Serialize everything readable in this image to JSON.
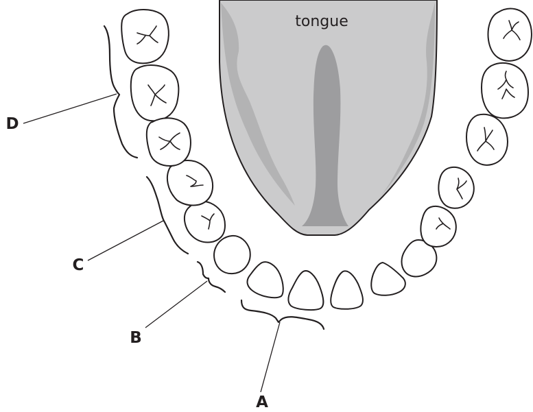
{
  "diagram": {
    "tongue_label": "tongue",
    "labels": {
      "a": "A",
      "b": "B",
      "c": "C",
      "d": "D"
    },
    "colors": {
      "tongue_light": "#cbcbcc",
      "tongue_mid": "#b3b3b4",
      "tongue_dark": "#9d9d9f",
      "outline": "#231f20"
    }
  }
}
